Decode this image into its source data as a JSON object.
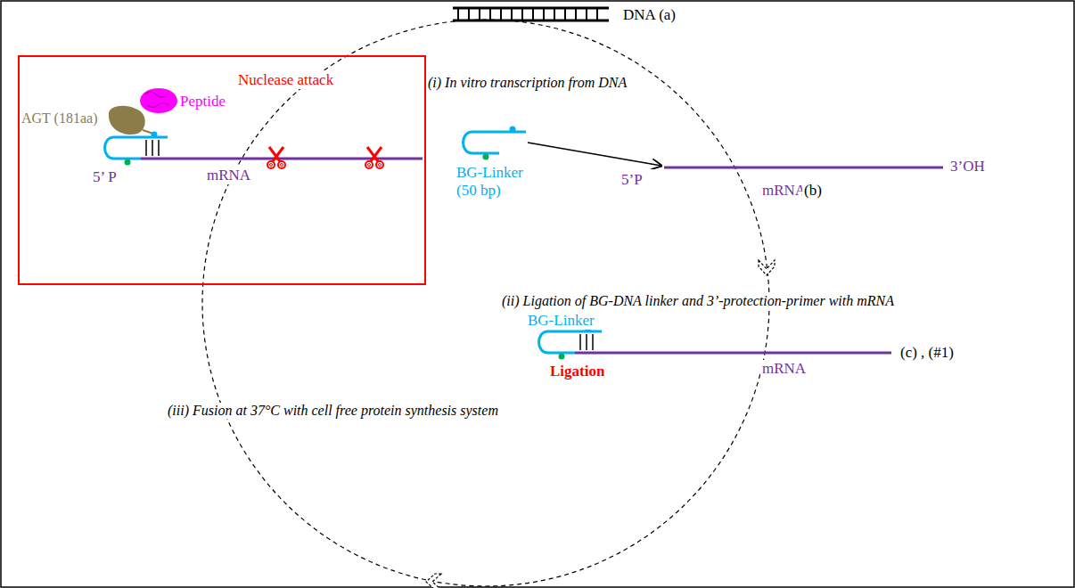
{
  "diagram": {
    "nodes": [
      {
        "text": [
          "Nuclease attack"
        ]
      }
    ],
    "labels": [
      "DNA (a)",
      "(i) In vitro transcription from DNA",
      "BG-Linker (50 bp)",
      "5’P",
      "mRNA",
      "(b)",
      "3’OH",
      "(ii) Ligation of BG-DNA linker and 3’-protection-primer with mRNA",
      "BG-Linker",
      "Ligation",
      "mRNA",
      "(c) , (#1)",
      "(iii) Fusion at 37°C with cell free protein synthesis system",
      "AGT (181aa)",
      "Peptide",
      "5’ P",
      "mRNA"
    ]
  }
}
